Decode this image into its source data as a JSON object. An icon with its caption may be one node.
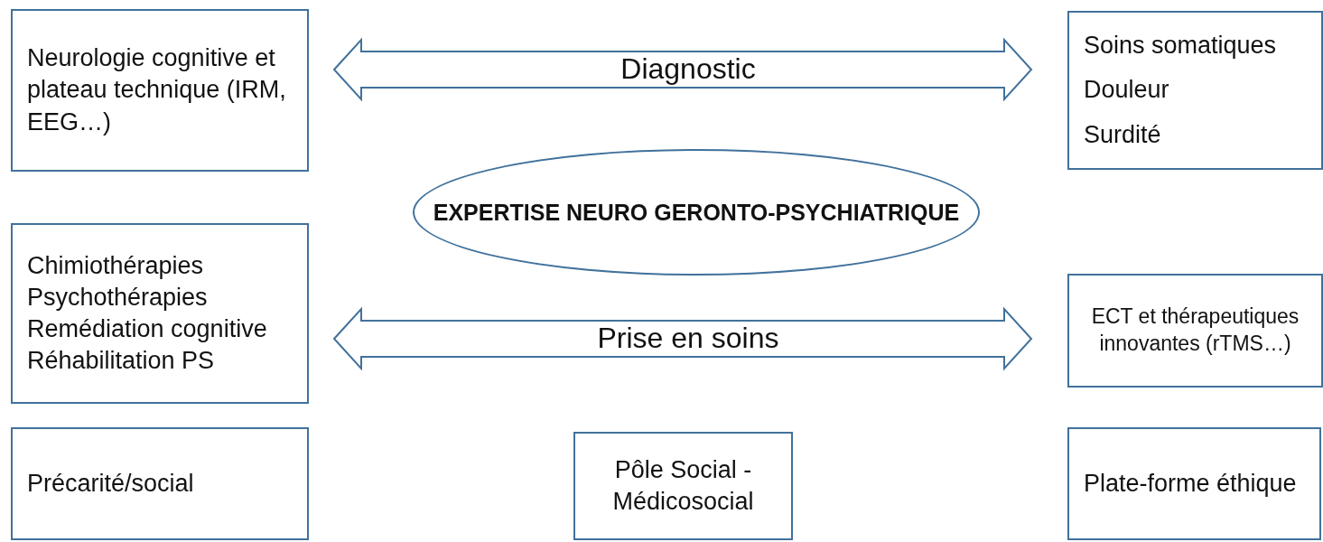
{
  "diagram": {
    "nodes": [
      {
        "text": [
          "Neurologie cognitive et plateau technique (IRM, EEG…)"
        ]
      },
      {
        "text": [
          "Soins somatiques",
          "Douleur",
          "Surdité"
        ]
      },
      {
        "text": [
          "EXPERTISE NEURO GERONTO-PSYCHIATRIQUE"
        ]
      },
      {
        "text": [
          "Chimiothérapies",
          "Psychothérapies",
          "Remédiation cognitive",
          "Réhabilitation PS"
        ]
      },
      {
        "text": [
          "ECT et thérapeutiques innovantes (rTMS…)"
        ]
      },
      {
        "text": [
          "Précarité/social"
        ]
      },
      {
        "text": [
          "Pôle Social - Médicosocial"
        ]
      },
      {
        "text": [
          "Plate-forme éthique"
        ]
      }
    ],
    "edges": [
      {
        "from": 0,
        "to": 1,
        "arrow": "both",
        "label": "Diagnostic",
        "style": "thick"
      },
      {
        "from": 3,
        "to": 4,
        "arrow": "both",
        "label": "Prise en soins",
        "style": "thick"
      }
    ]
  }
}
